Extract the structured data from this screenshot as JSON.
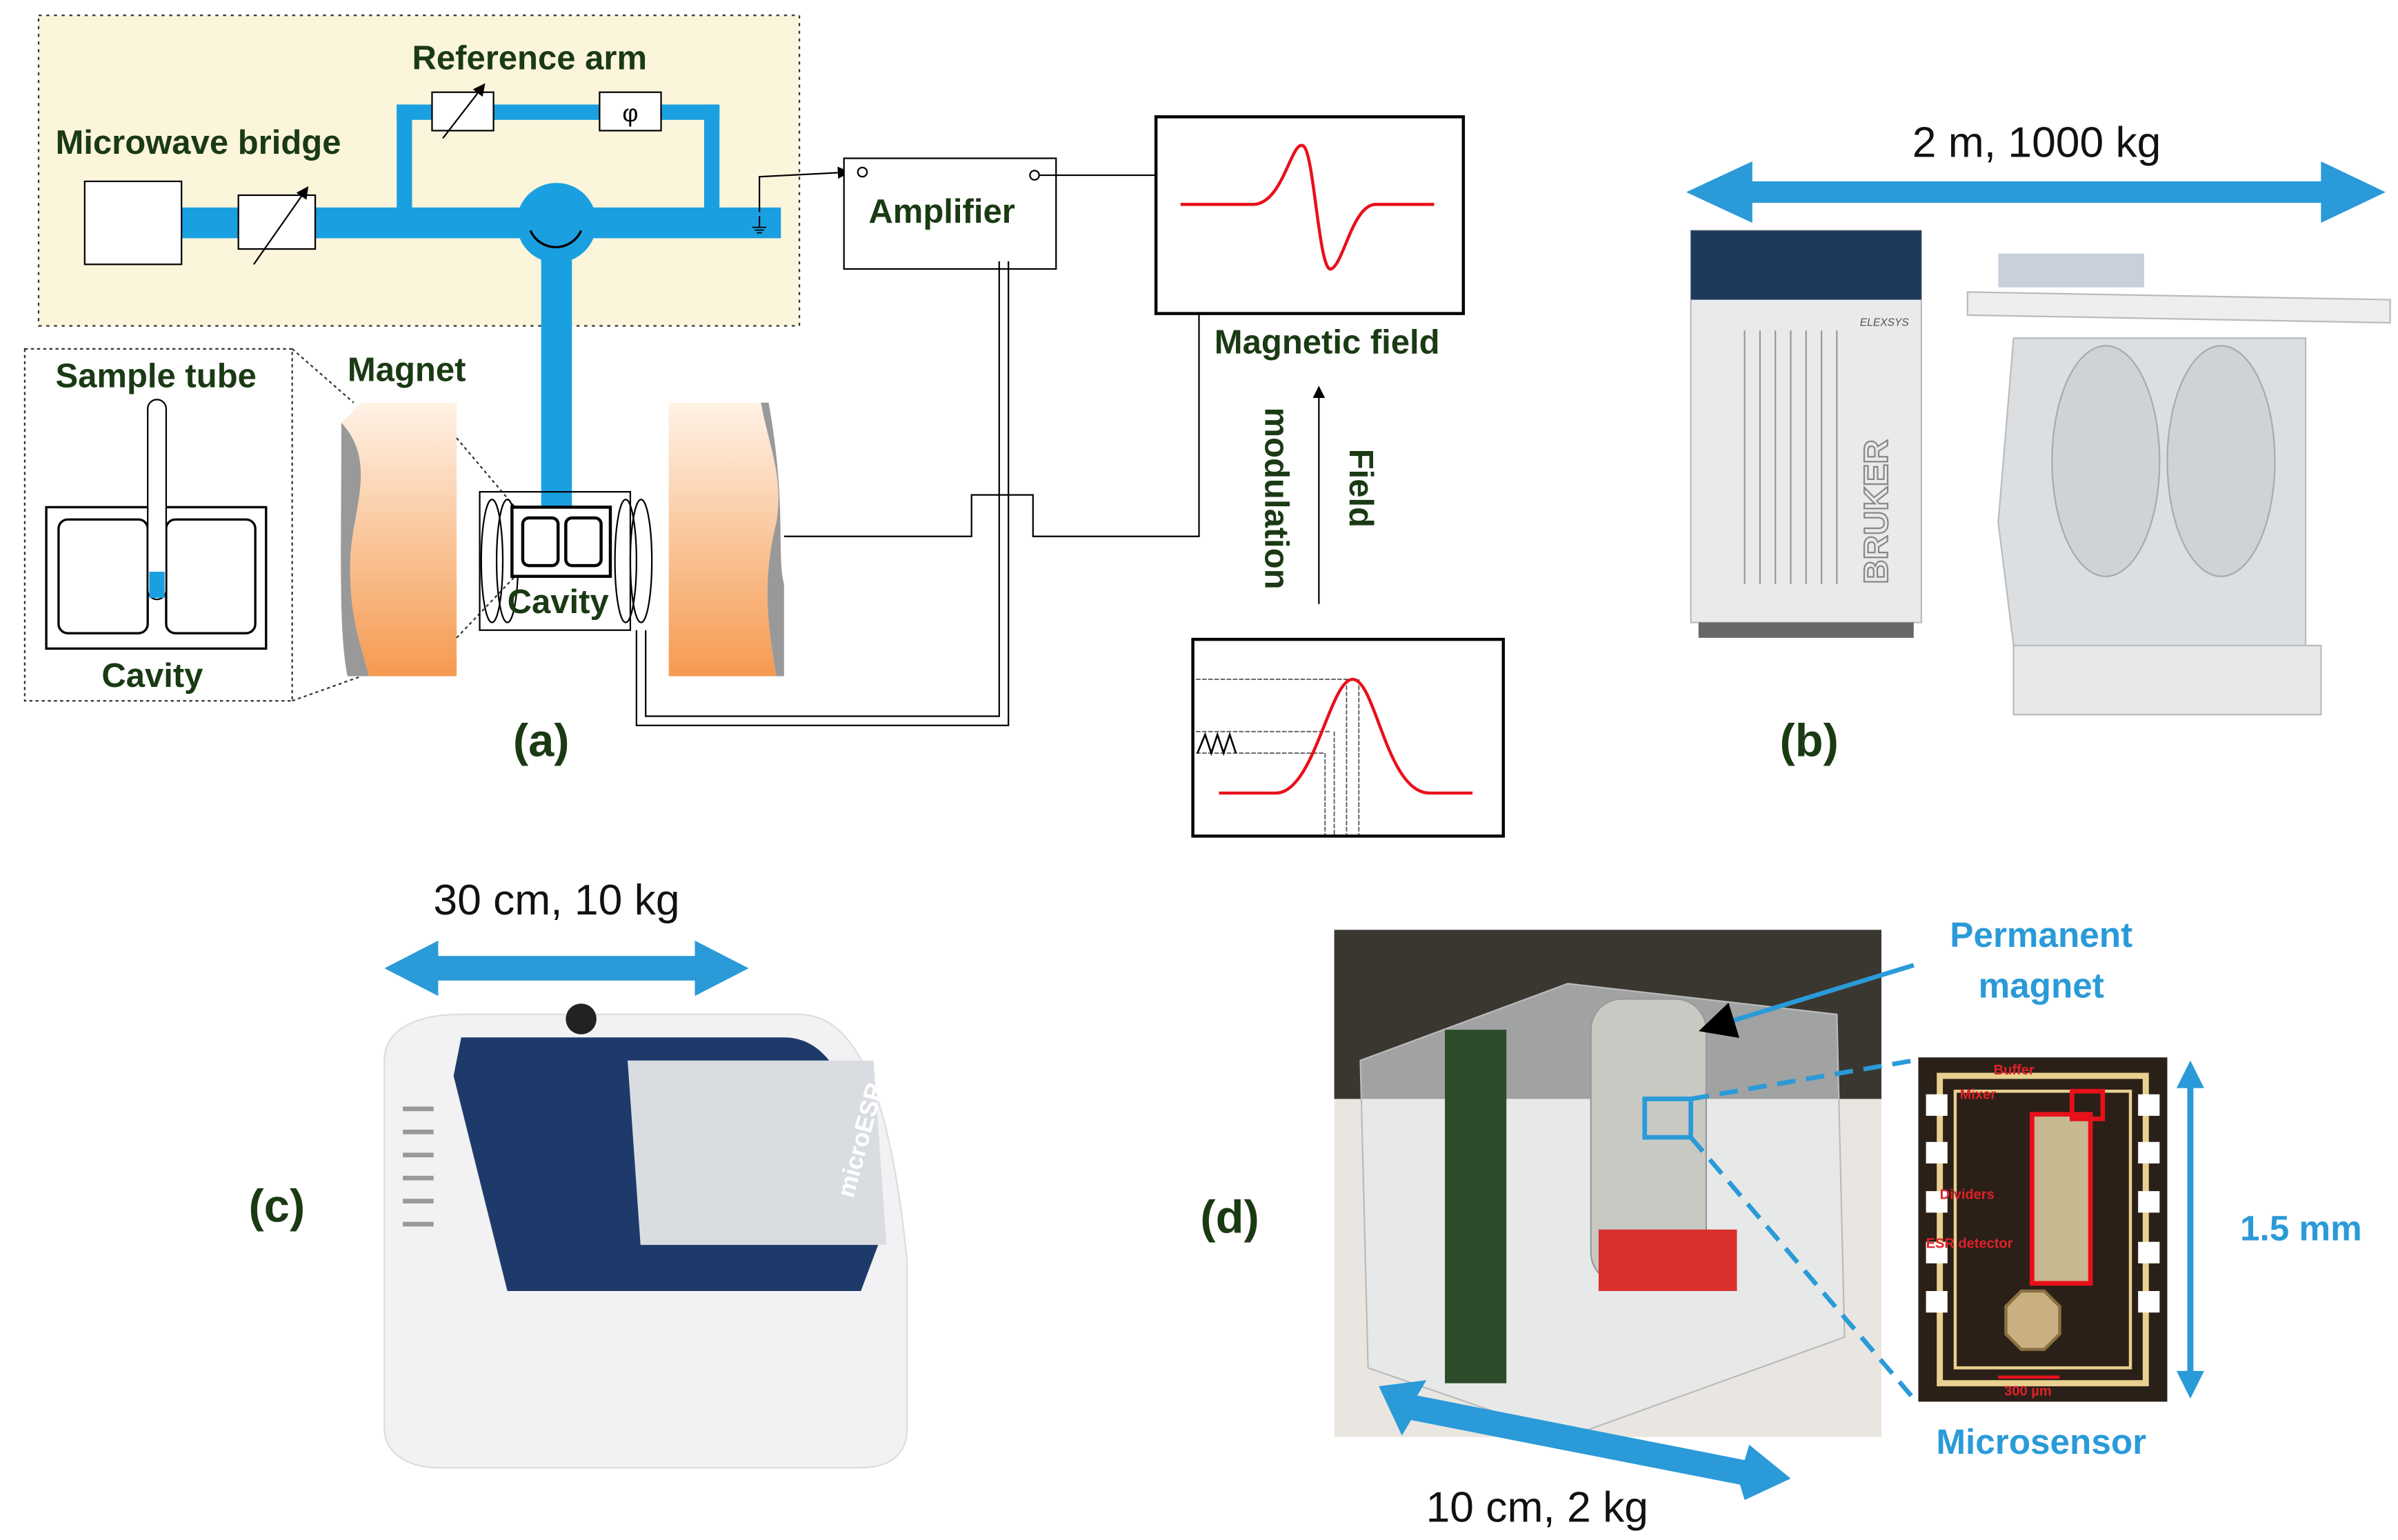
{
  "panel_a": {
    "microwave_bridge": "Microwave bridge",
    "reference_arm": "Reference arm",
    "phase_symbol": "φ",
    "amplifier": "Amplifier",
    "magnetic_field": "Magnetic field",
    "field": "Field",
    "modulation": "modulation",
    "sample_tube": "Sample tube",
    "cavity_inset": "Cavity",
    "magnet": "Magnet",
    "cavity": "Cavity",
    "panel_label": "(a)"
  },
  "panel_b": {
    "dimension": "2 m, 1000 kg",
    "brand_logo": "BRUKER",
    "model_logo": "ELEXSYS",
    "panel_label": "(b)"
  },
  "panel_c": {
    "dimension": "30 cm, 10 kg",
    "device_logo": "microESR",
    "panel_label": "(c)"
  },
  "panel_d": {
    "dimension": "10 cm, 2 kg",
    "permanent_magnet_1": "Permanent",
    "permanent_magnet_2": "magnet",
    "size": "1.5 mm",
    "microsensor": "Microsensor",
    "chip_labels": {
      "buffer": "Buffer",
      "mixer": "Mixer",
      "dividers": "Dividers",
      "esr_detector": "ESR detector",
      "scale": "300 µm"
    },
    "panel_label": "(d)"
  },
  "colors": {
    "waveguide": "#1aa0e0",
    "signal": "#e8101a",
    "bridge_bg": "#fbf5dc",
    "dimension_arrow": "#2a9ad8",
    "magnet": "#f5a060"
  }
}
